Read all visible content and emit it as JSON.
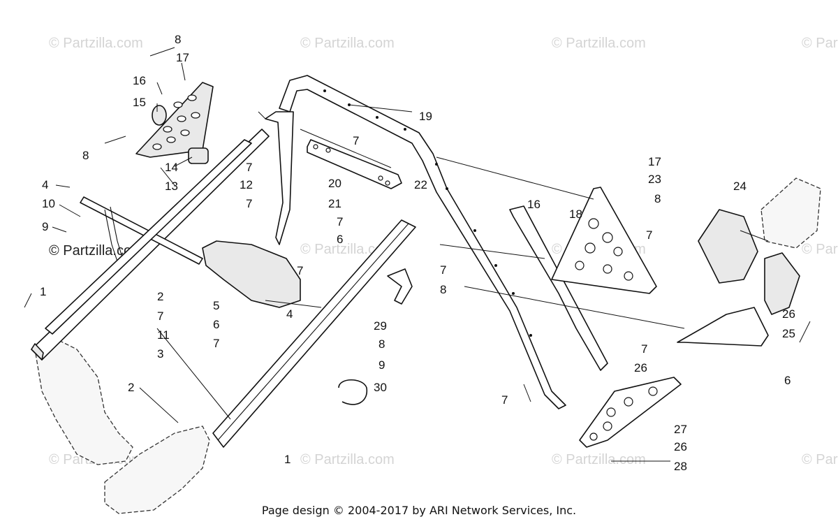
{
  "watermark": {
    "text": "© Partzilla.com"
  },
  "callouts": [
    {
      "id": "c8a",
      "label": "8"
    },
    {
      "id": "c17a",
      "label": "17"
    },
    {
      "id": "c16a",
      "label": "16"
    },
    {
      "id": "c15",
      "label": "15"
    },
    {
      "id": "c8b",
      "label": "8"
    },
    {
      "id": "c14",
      "label": "14"
    },
    {
      "id": "c13",
      "label": "13"
    },
    {
      "id": "c4a",
      "label": "4"
    },
    {
      "id": "c10",
      "label": "10"
    },
    {
      "id": "c9a",
      "label": "9"
    },
    {
      "id": "c1a",
      "label": "1"
    },
    {
      "id": "c12",
      "label": "12"
    },
    {
      "id": "c7a",
      "label": "7"
    },
    {
      "id": "c7b",
      "label": "7"
    },
    {
      "id": "c2a",
      "label": "2"
    },
    {
      "id": "c7c",
      "label": "7"
    },
    {
      "id": "c11",
      "label": "11"
    },
    {
      "id": "c3",
      "label": "3"
    },
    {
      "id": "c2b",
      "label": "2"
    },
    {
      "id": "c7d",
      "label": "7"
    },
    {
      "id": "c20",
      "label": "20"
    },
    {
      "id": "c22",
      "label": "22"
    },
    {
      "id": "c21",
      "label": "21"
    },
    {
      "id": "c19",
      "label": "19"
    },
    {
      "id": "c7e",
      "label": "7"
    },
    {
      "id": "c6a",
      "label": "6"
    },
    {
      "id": "c7f",
      "label": "7"
    },
    {
      "id": "c5",
      "label": "5"
    },
    {
      "id": "c6b",
      "label": "6"
    },
    {
      "id": "c4b",
      "label": "4"
    },
    {
      "id": "c7g",
      "label": "7"
    },
    {
      "id": "c8c",
      "label": "8"
    },
    {
      "id": "c29",
      "label": "29"
    },
    {
      "id": "c8d",
      "label": "8"
    },
    {
      "id": "c9b",
      "label": "9"
    },
    {
      "id": "c30",
      "label": "30"
    },
    {
      "id": "c1b",
      "label": "1"
    },
    {
      "id": "c7h",
      "label": "7"
    },
    {
      "id": "c16b",
      "label": "16"
    },
    {
      "id": "c18",
      "label": "18"
    },
    {
      "id": "c17b",
      "label": "17"
    },
    {
      "id": "c23",
      "label": "23"
    },
    {
      "id": "c8e",
      "label": "8"
    },
    {
      "id": "c7i",
      "label": "7"
    },
    {
      "id": "c24",
      "label": "24"
    },
    {
      "id": "c26a",
      "label": "26"
    },
    {
      "id": "c25",
      "label": "25"
    },
    {
      "id": "c6c",
      "label": "6"
    },
    {
      "id": "c7j",
      "label": "7"
    },
    {
      "id": "c26b",
      "label": "26"
    },
    {
      "id": "c7k",
      "label": "7"
    },
    {
      "id": "c27",
      "label": "27"
    },
    {
      "id": "c26c",
      "label": "26"
    },
    {
      "id": "c28",
      "label": "28"
    }
  ],
  "footer": {
    "text": "Page design © 2004-2017 by ARI Network Services, Inc."
  }
}
